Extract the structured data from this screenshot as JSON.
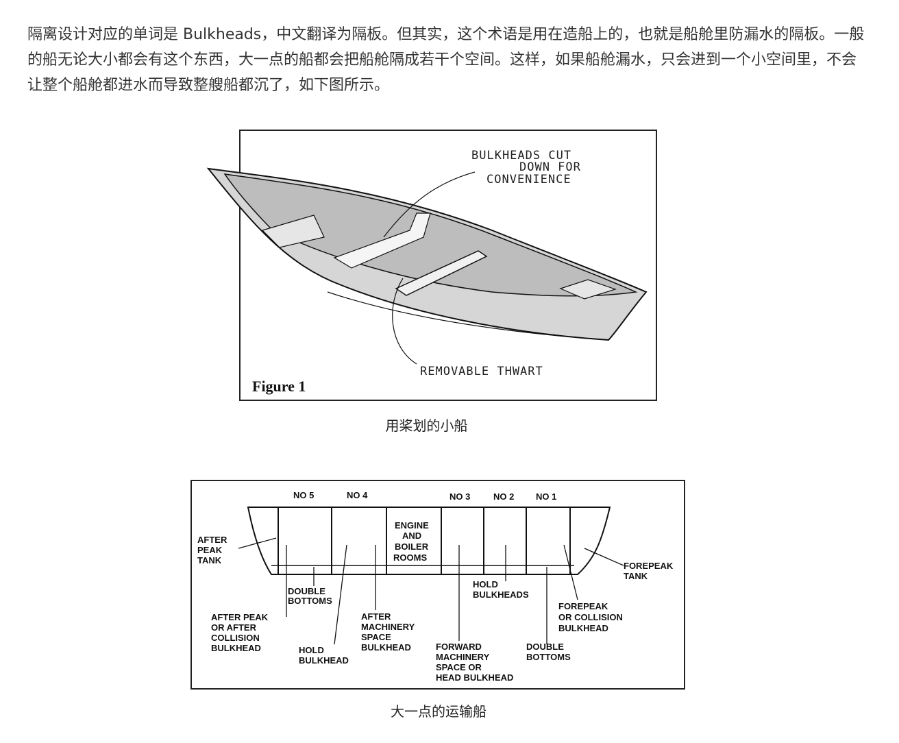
{
  "paragraph": "隔离设计对应的单词是 Bulkheads，中文翻译为隔板。但其实，这个术语是用在造船上的，也就是船舱里防漏水的隔板。一般的船无论大小都会有这个东西，大一点的船都会把船舱隔成若干个空间。这样，如果船舱漏水，只会进到一个小空间里，不会让整个船舱都进水而导致整艘船都沉了，如下图所示。",
  "figure1": {
    "title": "Figure 1",
    "callout_line1": "BULKHEADS CUT",
    "callout_line2": "DOWN FOR",
    "callout_line3": "CONVENIENCE",
    "thwart_label": "REMOVABLE THWART",
    "caption": "用桨划的小船"
  },
  "figure2": {
    "compartments": [
      "NO 5",
      "NO 4",
      "NO 3",
      "NO 2",
      "NO 1"
    ],
    "engine_l1": "ENGINE",
    "engine_l2": "AND",
    "engine_l3": "BOILER",
    "engine_l4": "ROOMS",
    "after_peak_l1": "AFTER",
    "after_peak_l2": "PEAK",
    "after_peak_l3": "TANK",
    "forepeak_l1": "FOREPEAK",
    "forepeak_l2": "TANK",
    "double_bottoms_a_l1": "DOUBLE",
    "double_bottoms_a_l2": "BOTTOMS",
    "hold_bulkheads_l1": "HOLD",
    "hold_bulkheads_l2": "BULKHEADS",
    "forepeak_collision_l1": "FOREPEAK",
    "forepeak_collision_l2": "OR COLLISION",
    "forepeak_collision_l3": "BULKHEAD",
    "after_peak_bh_l1": "AFTER PEAK",
    "after_peak_bh_l2": "OR AFTER",
    "after_peak_bh_l3": "COLLISION",
    "after_peak_bh_l4": "BULKHEAD",
    "after_mach_l1": "AFTER",
    "after_mach_l2": "MACHINERY",
    "after_mach_l3": "SPACE",
    "after_mach_l4": "BULKHEAD",
    "hold_bulkhead_l1": "HOLD",
    "hold_bulkhead_l2": "BULKHEAD",
    "fwd_mach_l1": "FORWARD",
    "fwd_mach_l2": "MACHINERY",
    "fwd_mach_l3": "SPACE OR",
    "fwd_mach_l4": "HEAD BULKHEAD",
    "double_bottoms_b_l1": "DOUBLE",
    "double_bottoms_b_l2": "BOTTOMS",
    "caption": "大一点的运输船"
  }
}
